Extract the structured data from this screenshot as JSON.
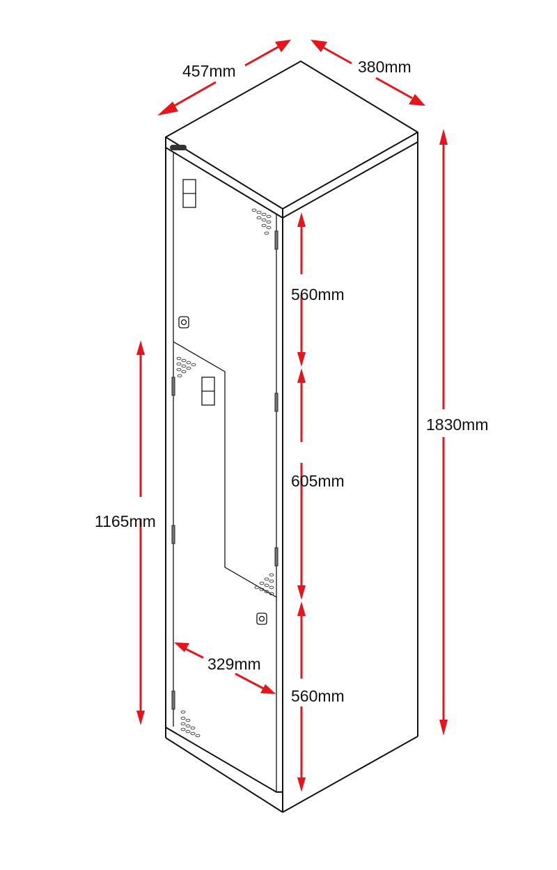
{
  "title": "Z-door locker dimension diagram",
  "colors": {
    "dimension": "#e8141c",
    "outline": "#111111",
    "background": "#ffffff"
  },
  "dimensions": {
    "width": "457mm",
    "depth": "380mm",
    "total_height": "1830mm",
    "upper_section": "560mm",
    "middle_section": "605mm",
    "lower_section": "560mm",
    "door_height": "1165mm",
    "door_width": "329mm"
  },
  "components": [
    "top-panel",
    "upper-z-door",
    "lower-z-door",
    "side-panel",
    "plinth",
    "vents",
    "locks",
    "hinges",
    "name-plate-holders"
  ]
}
